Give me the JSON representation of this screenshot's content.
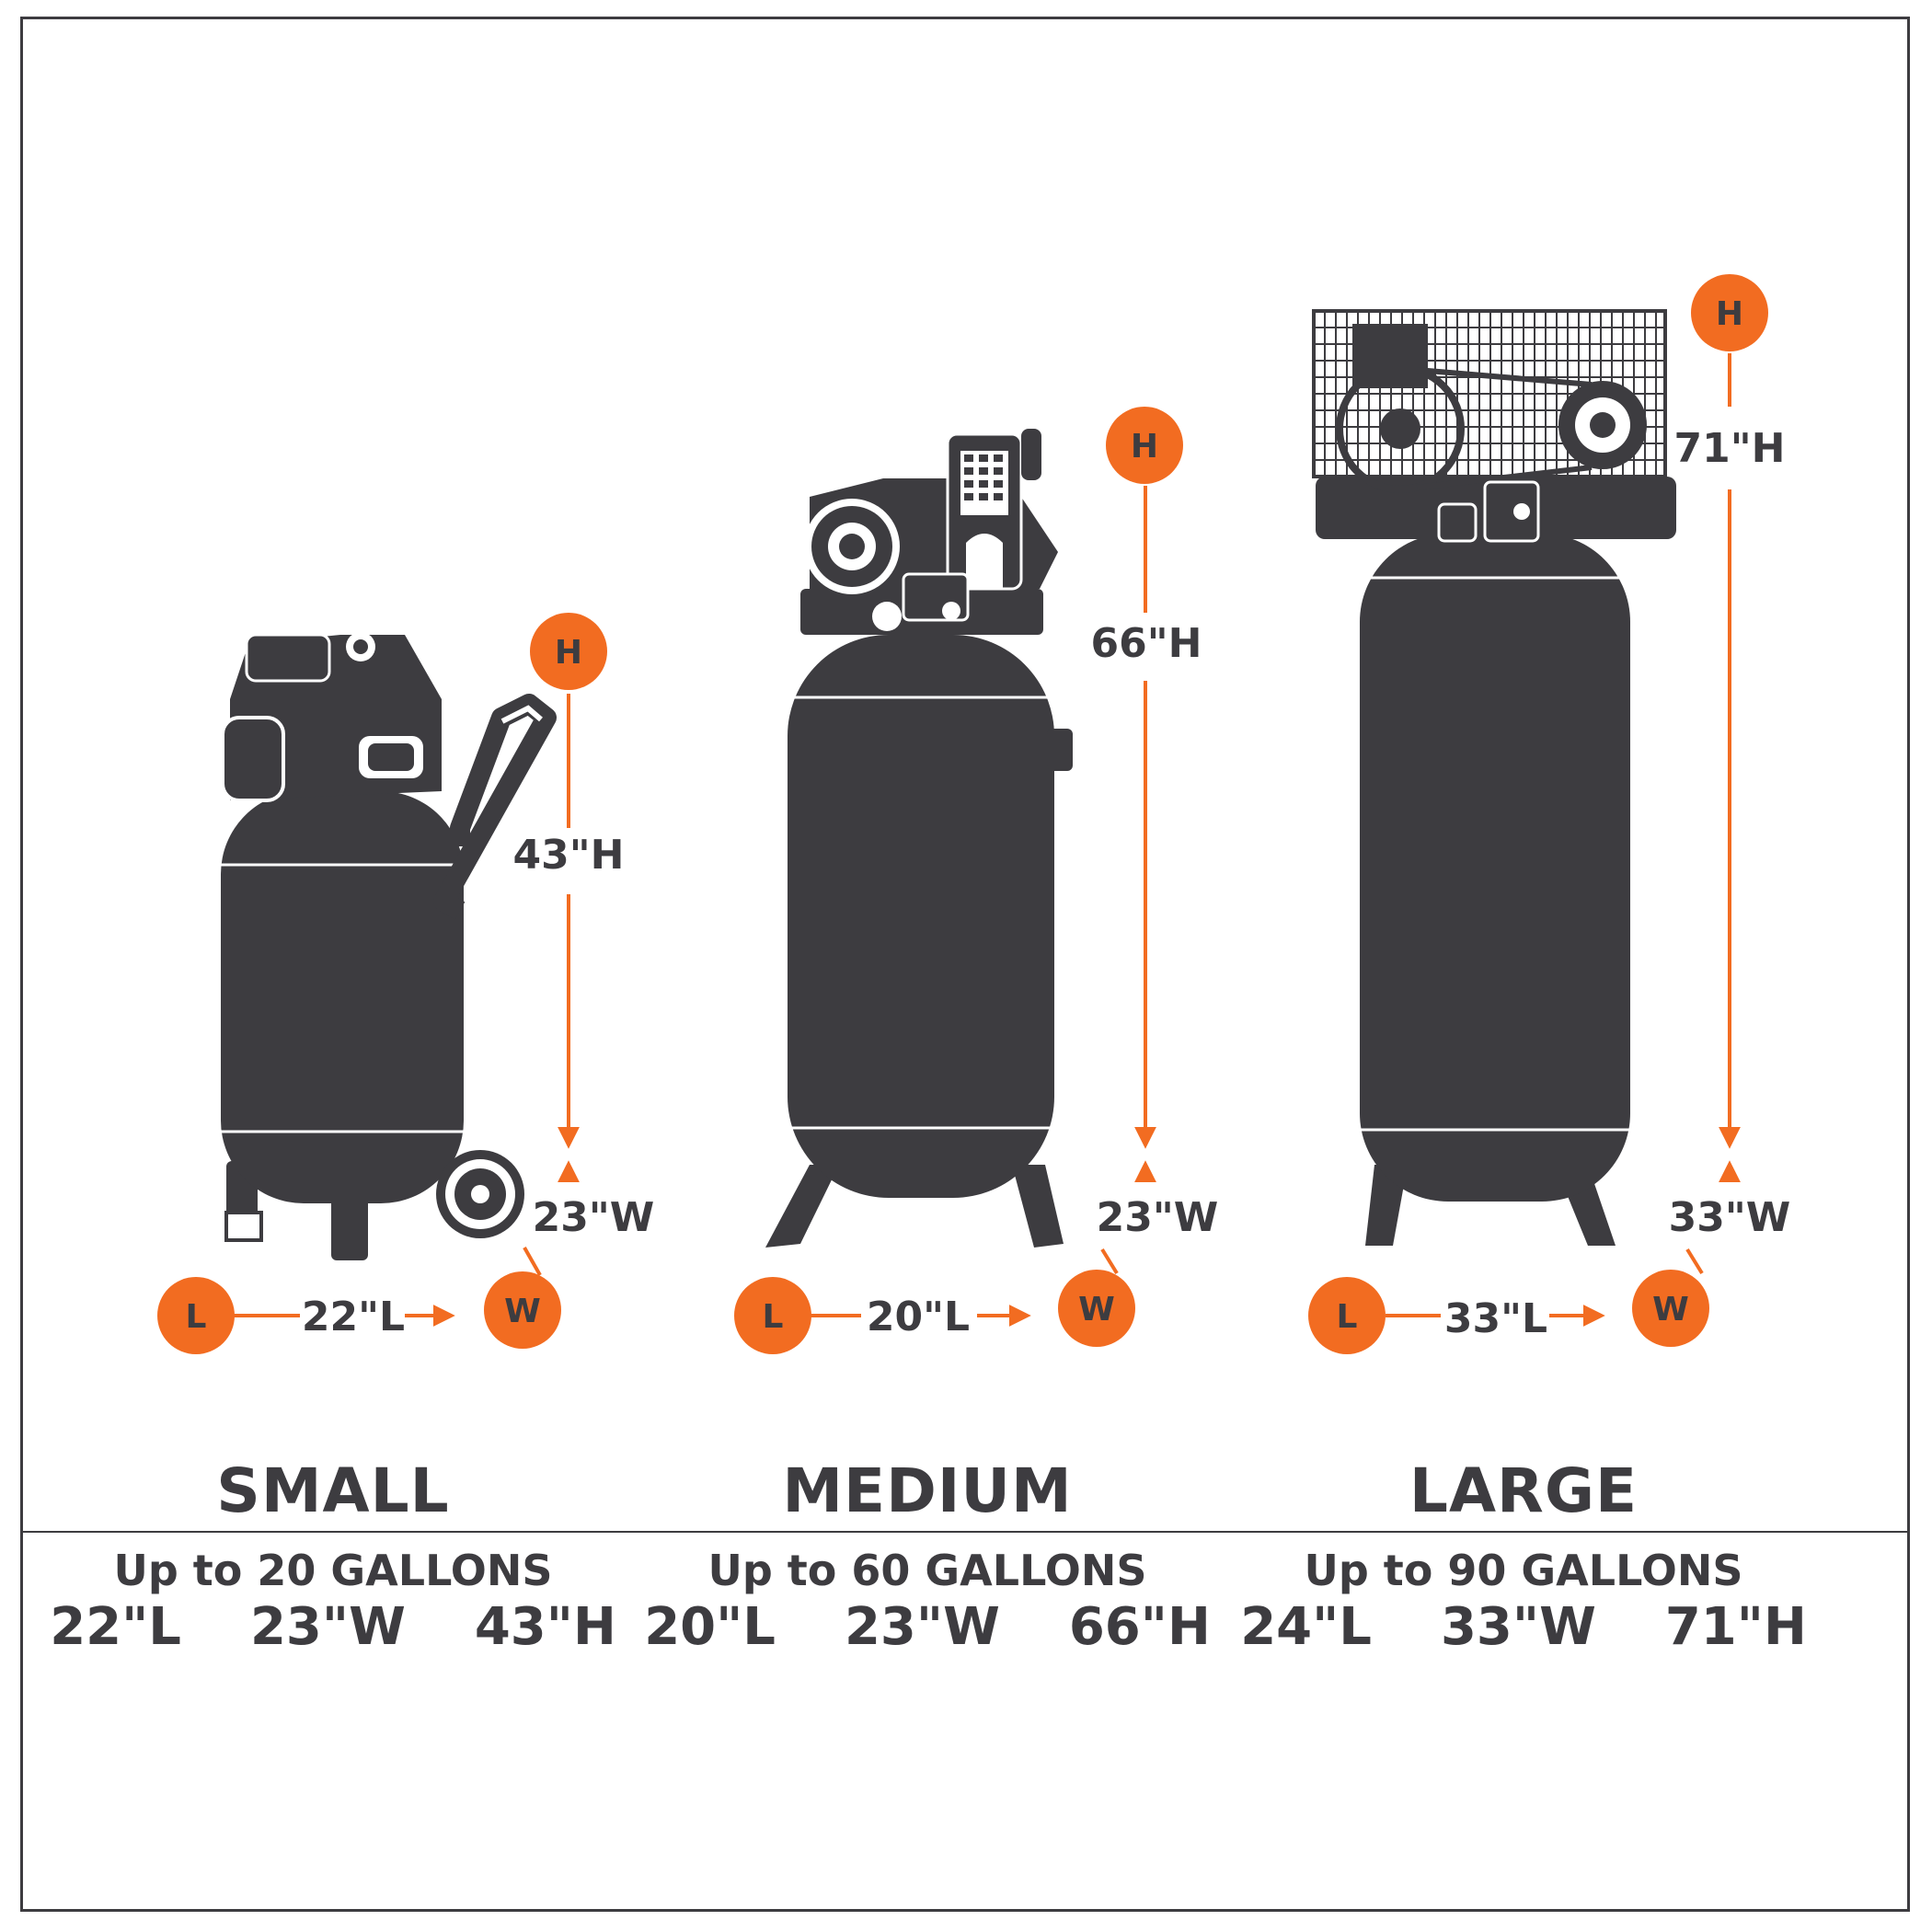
{
  "colors": {
    "accent": "#f26c21",
    "dark": "#3d3c40",
    "background": "#ffffff"
  },
  "models": [
    {
      "size_label": "SMALL",
      "capacity": "Up to 20 GALLONS",
      "dims_line": "22\"L  23\"W  43\"H",
      "h_label": "43\"H",
      "w_label": "23\"W",
      "l_label": "22\"L",
      "icon": "vertical-air-compressor-with-wheels-icon"
    },
    {
      "size_label": "MEDIUM",
      "capacity": "Up to 60 GALLONS",
      "dims_line": "20\"L  23\"W  66\"H",
      "h_label": "66\"H",
      "w_label": "23\"W",
      "l_label": "20\"L",
      "icon": "vertical-air-compressor-icon"
    },
    {
      "size_label": "LARGE",
      "capacity": "Up to 90 GALLONS",
      "dims_line": "24\"L  33\"W  71\"H",
      "h_label": "71\"H",
      "w_label": "33\"W",
      "l_label": "33\"L",
      "icon": "large-vertical-air-compressor-icon"
    }
  ],
  "markers": {
    "height": "H",
    "width": "W",
    "length": "L"
  }
}
